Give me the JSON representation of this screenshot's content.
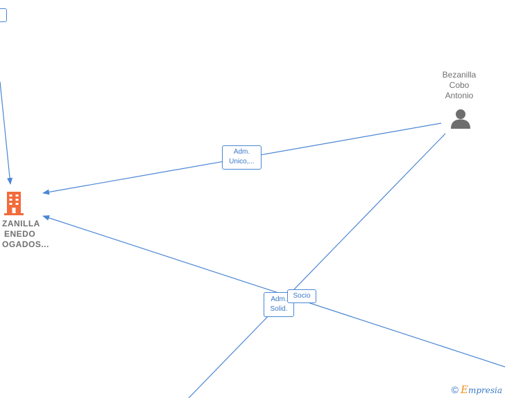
{
  "nodes": {
    "person": {
      "name_lines": [
        "Bezanilla",
        "Cobo",
        "Antonio"
      ],
      "icon": "person-icon"
    },
    "company": {
      "name_lines": [
        "ZANILLA",
        "ENEDO",
        "OGADOS..."
      ],
      "icon": "building-icon"
    }
  },
  "edges": {
    "top_left_label": "",
    "adm_unico": [
      "Adm.",
      "Unico,..."
    ],
    "adm_solid": [
      "Adm.",
      "Solid."
    ],
    "socio": "Socio"
  },
  "watermark": {
    "symbol": "©",
    "brand_first": "E",
    "brand_rest": "mpresia"
  },
  "colors": {
    "edge": "#4a86d4",
    "company": "#f26b3a",
    "person": "#6e6e6e",
    "text": "#707070"
  }
}
